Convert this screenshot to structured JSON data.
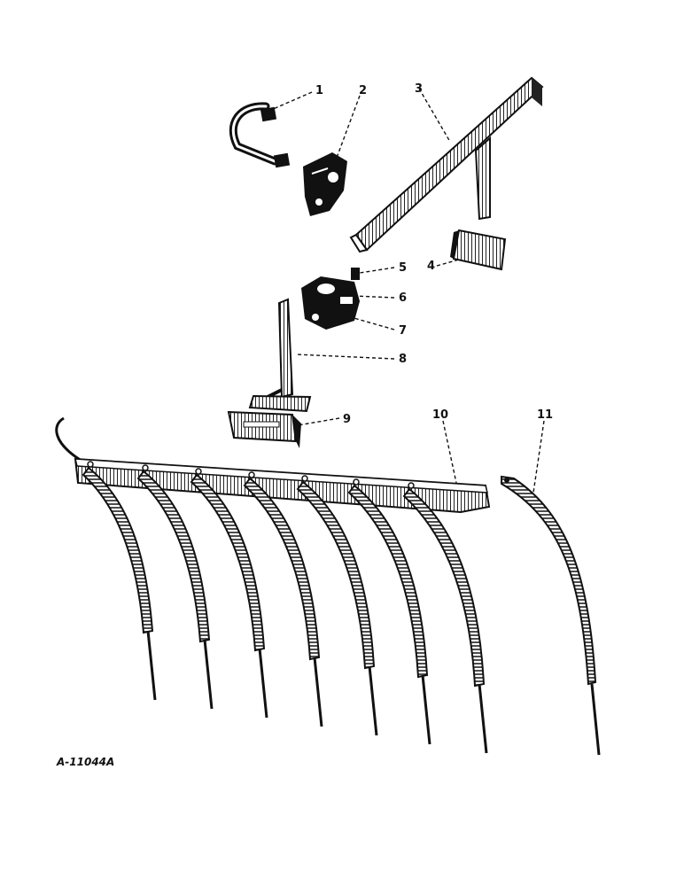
{
  "callouts": [
    {
      "id": "1",
      "label": "1"
    },
    {
      "id": "2",
      "label": "2"
    },
    {
      "id": "3",
      "label": "3"
    },
    {
      "id": "4",
      "label": "4"
    },
    {
      "id": "5",
      "label": "5"
    },
    {
      "id": "6",
      "label": "6"
    },
    {
      "id": "7",
      "label": "7"
    },
    {
      "id": "8",
      "label": "8"
    },
    {
      "id": "9",
      "label": "9"
    },
    {
      "id": "10",
      "label": "10"
    },
    {
      "id": "11",
      "label": "11"
    }
  ],
  "figure_id": "A-11044A",
  "colors": {
    "ink": "#111111",
    "paper": "#ffffff",
    "shade": "#555555"
  }
}
